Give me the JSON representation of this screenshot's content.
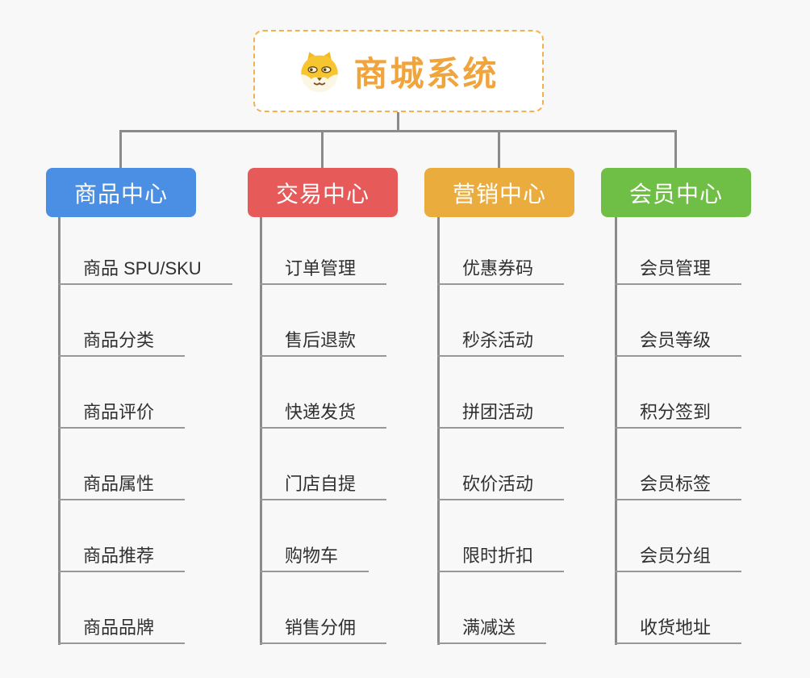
{
  "root": {
    "title": "商城系统",
    "icon": "dog-face-icon",
    "accent_color": "#F0A43C",
    "border_color": "#F3B14E"
  },
  "branches": [
    {
      "label": "商品中心",
      "color": "#4A8FE4",
      "items": [
        "商品 SPU/SKU",
        "商品分类",
        "商品评价",
        "商品属性",
        "商品推荐",
        "商品品牌"
      ]
    },
    {
      "label": "交易中心",
      "color": "#E75A5A",
      "items": [
        "订单管理",
        "售后退款",
        "快递发货",
        "门店自提",
        "购物车",
        "销售分佣"
      ]
    },
    {
      "label": "营销中心",
      "color": "#EBAC3E",
      "items": [
        "优惠券码",
        "秒杀活动",
        "拼团活动",
        "砍价活动",
        "限时折扣",
        "满减送"
      ]
    },
    {
      "label": "会员中心",
      "color": "#6FBE45",
      "items": [
        "会员管理",
        "会员等级",
        "积分签到",
        "会员标签",
        "会员分组",
        "收货地址"
      ]
    }
  ],
  "colors": {
    "background": "#F8F8F8",
    "connector": "#8B8B8B",
    "item_underline": "#98989A",
    "item_text": "#303030"
  }
}
